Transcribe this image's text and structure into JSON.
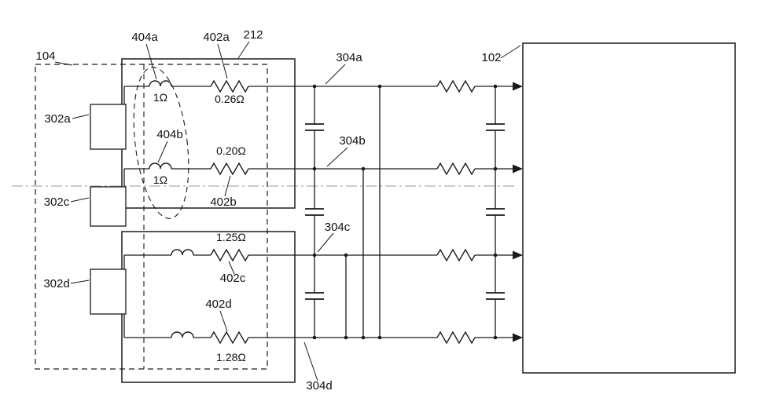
{
  "figure": {
    "labels": {
      "l104": "104",
      "l404a": "404a",
      "l402a": "402a",
      "l212": "212",
      "l304a": "304a",
      "l102": "102",
      "l302a": "302a",
      "l404b": "404b",
      "l304b": "304b",
      "l302c": "302c",
      "l402b": "402b",
      "l304c": "304c",
      "l302d": "302d",
      "l402c": "402c",
      "l402d": "402d",
      "l304d": "304d"
    },
    "values": {
      "ind1": "1Ω",
      "res1": "0.26Ω",
      "res2": "0.20Ω",
      "ind2": "1Ω",
      "res3": "1.25Ω",
      "res4": "1.28Ω"
    },
    "colors": {
      "line": "#1a1a1a",
      "centerline": "#9a9a9a",
      "background": "#ffffff"
    }
  }
}
